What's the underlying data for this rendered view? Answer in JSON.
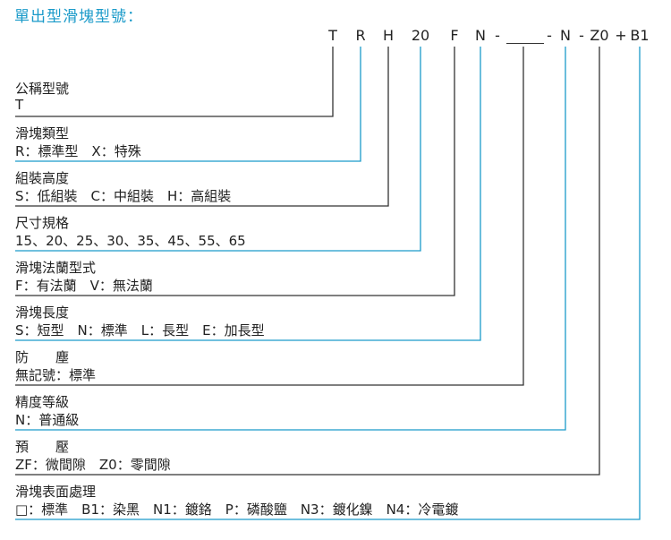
{
  "title": "單出型滑塊型號：",
  "code_parts": [
    "T",
    "R",
    "H",
    "20",
    "F",
    "N",
    "-",
    "-",
    "N",
    "-",
    "Z0",
    "+",
    "B1"
  ],
  "line_colors": {
    "dark": "#333333",
    "blue": "#1a9ac9"
  },
  "items": [
    {
      "name": "公稱型號",
      "desc": "T",
      "line": "dark"
    },
    {
      "name": "滑塊類型",
      "desc": "R：標準型　X：特殊",
      "line": "blue"
    },
    {
      "name": "組裝高度",
      "desc": "S：低組裝　C：中組裝　H：高組裝",
      "line": "dark"
    },
    {
      "name": "尺寸規格",
      "desc": "15、20、25、30、35、45、55、65",
      "line": "blue"
    },
    {
      "name": "滑塊法蘭型式",
      "desc": "F：有法蘭　V：無法蘭",
      "line": "dark"
    },
    {
      "name": "滑塊長度",
      "desc": "S：短型　N：標準　L：長型　E：加長型",
      "line": "blue"
    },
    {
      "name": "防　　塵",
      "desc": "無記號：標準",
      "line": "dark"
    },
    {
      "name": "精度等級",
      "desc": "N：普通級",
      "line": "blue"
    },
    {
      "name": "預　　壓",
      "desc": "ZF：微間隙　Z0：零間隙",
      "line": "dark"
    },
    {
      "name": "滑塊表面處理",
      "desc": "□：標準　B1：染黑　N1：鍍鉻　P：磷酸鹽　N3：鍍化鎳　N4：冷電鍍",
      "line": "blue"
    }
  ]
}
